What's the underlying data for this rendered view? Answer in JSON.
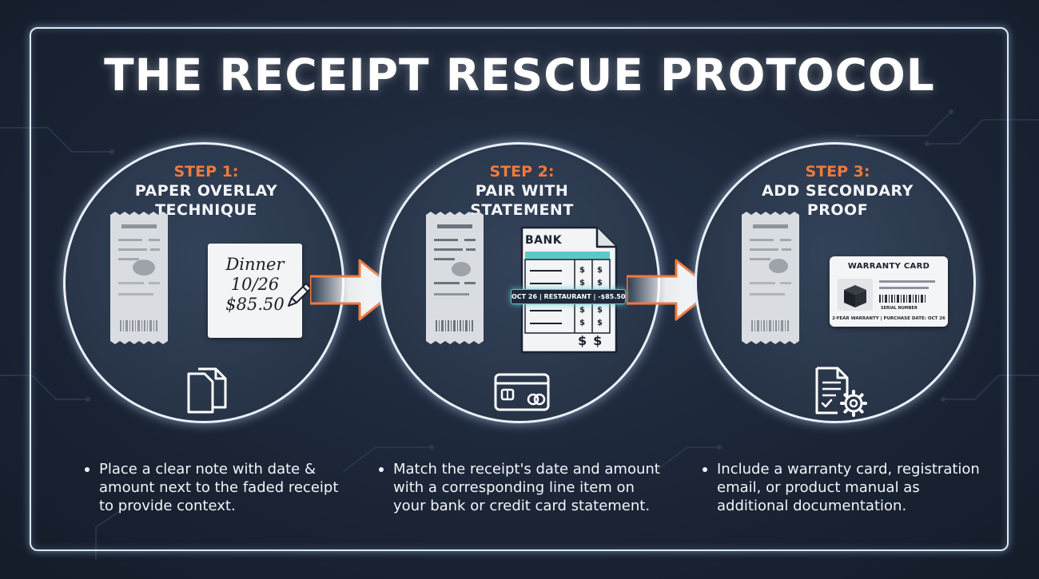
{
  "title": "THE RECEIPT RESCUE PROTOCOL",
  "steps": [
    {
      "number": "STEP 1:",
      "name_line1": "PAPER OVERLAY",
      "name_line2": "TECHNIQUE",
      "note": {
        "line1": "Dinner",
        "line2": "10/26",
        "line3": "$85.50"
      },
      "icon": "documents-icon",
      "description": "Place a clear note with date & amount next to the faded receipt to provide context."
    },
    {
      "number": "STEP 2:",
      "name_line1": "PAIR WITH",
      "name_line2": "STATEMENT",
      "statement": {
        "label": "BANK",
        "highlight": "OCT 26 | RESTAURANT | -$85.50",
        "symbol": "$"
      },
      "icon": "credit-card-icon",
      "description": "Match the receipt's date and amount with a corresponding line item on your bank or credit card statement."
    },
    {
      "number": "STEP 3:",
      "name_line1": "ADD SECONDARY",
      "name_line2": "PROOF",
      "warranty": {
        "title": "WARRANTY CARD",
        "serial": "SERIAL NUMBER",
        "footer": "2-YEAR WARRANTY | PURCHASE DATE: OCT 26"
      },
      "icon": "document-gear-icon",
      "description": "Include a warranty card, registration email, or product manual as additional documentation."
    }
  ],
  "colors": {
    "accent": "#f07a3c",
    "highlight": "#5bc8c8",
    "background": "#1b2536"
  }
}
